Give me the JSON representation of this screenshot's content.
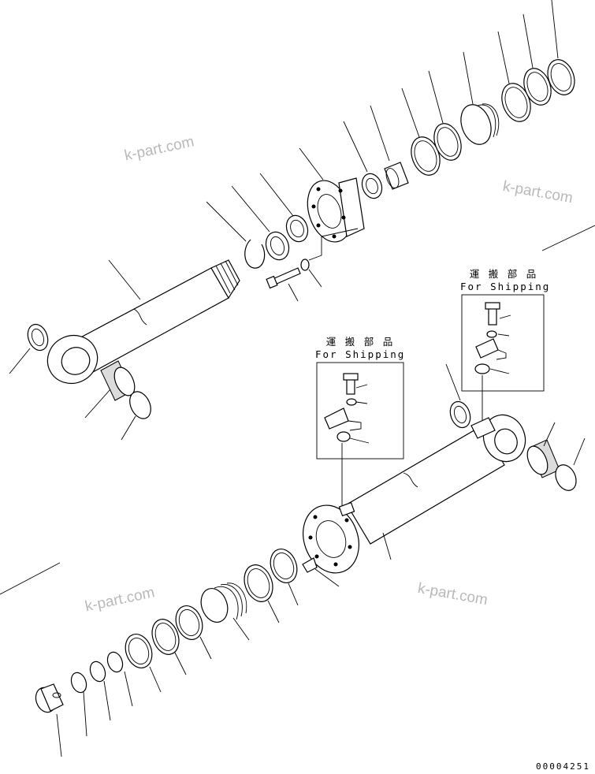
{
  "watermarks": {
    "wm1": "k-part.com",
    "wm2": "k-part.com",
    "wm3": "k-part.com",
    "wm4": "k-part.com"
  },
  "shipping_box_top": {
    "jp_label": "運 搬 部 品",
    "en_label": "For Shipping"
  },
  "shipping_box_middle": {
    "jp_label": "運 搬 部 品",
    "en_label": "For Shipping"
  },
  "drawing_code": "00004251"
}
